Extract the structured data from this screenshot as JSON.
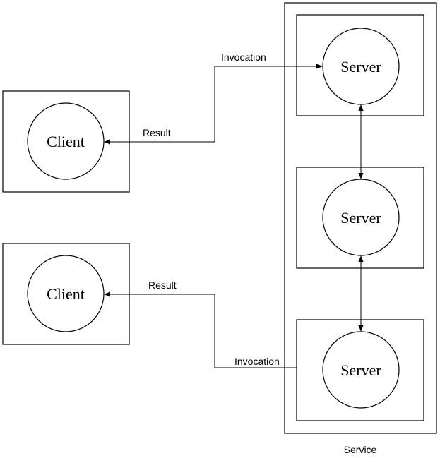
{
  "diagram": {
    "container_label": "Service",
    "nodes": {
      "client_1": "Client",
      "client_2": "Client",
      "server_1": "Server",
      "server_2": "Server",
      "server_3": "Server"
    },
    "edges": [
      {
        "from": "client_1",
        "to": "server_1",
        "label": "Invocation"
      },
      {
        "from": "server_1",
        "to": "client_1",
        "label": "Result"
      },
      {
        "from": "server_3",
        "to": "client_2",
        "label": "Invocation"
      },
      {
        "from": "server_3",
        "to": "client_2",
        "label": "Result"
      },
      {
        "from": "server_1",
        "to": "server_2",
        "label": ""
      },
      {
        "from": "server_2",
        "to": "server_3",
        "label": ""
      }
    ],
    "edge_labels": {
      "invocation_top": "Invocation",
      "result_top": "Result",
      "result_bottom": "Result",
      "invocation_bottom": "Invocation"
    }
  }
}
